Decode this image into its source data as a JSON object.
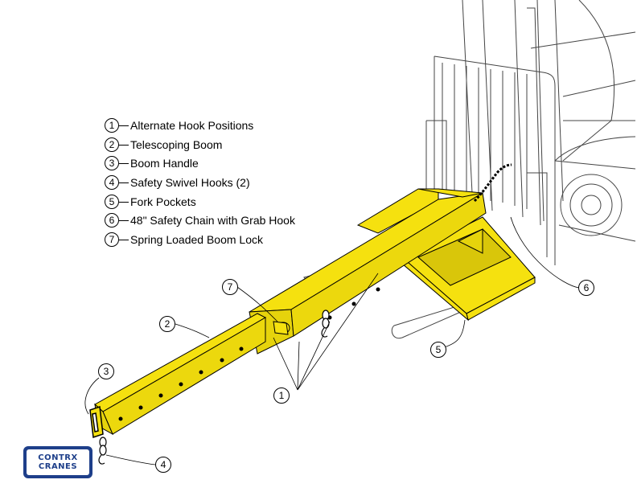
{
  "legend": [
    {
      "num": "1",
      "label": "Alternate Hook Positions"
    },
    {
      "num": "2",
      "label": "Telescoping Boom"
    },
    {
      "num": "3",
      "label": "Boom Handle"
    },
    {
      "num": "4",
      "label": "Safety Swivel Hooks (2)"
    },
    {
      "num": "5",
      "label": "Fork Pockets"
    },
    {
      "num": "6",
      "label": "48\" Safety Chain with Grab Hook"
    },
    {
      "num": "7",
      "label": "Spring Loaded Boom Lock"
    }
  ],
  "callouts": {
    "hook_positions": "1",
    "telescoping_boom": "2",
    "boom_handle": "3",
    "swivel_hooks": "4",
    "fork_pockets": "5",
    "safety_chain": "6",
    "boom_lock": "7"
  },
  "logo": {
    "line1": "CONTRX",
    "line2": "CRANES"
  },
  "colors": {
    "boom": "#f5e10f",
    "outline": "#000000",
    "logo": "#1e3f8a"
  }
}
